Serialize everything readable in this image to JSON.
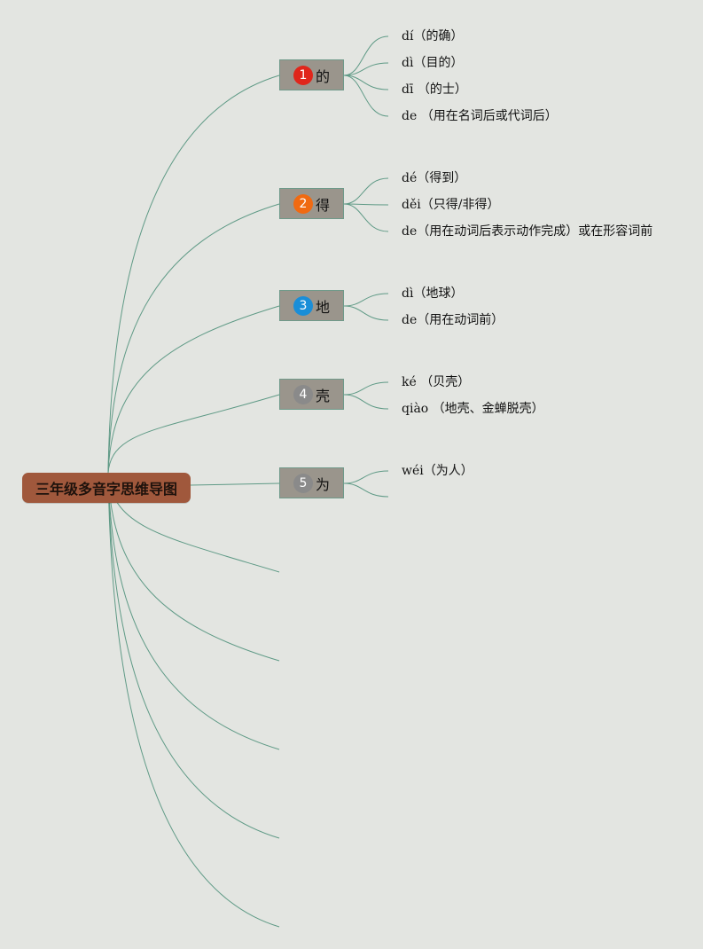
{
  "root": {
    "title": "三年级多音字思维导图"
  },
  "connector_color": "#5f9a86",
  "nodes": [
    {
      "number": "1",
      "char": "的",
      "badge_color": "#e0261b",
      "readings": [
        "dí（的确）",
        "dì（目的）",
        "dī （的士）",
        "de （用在名词后或代词后）"
      ]
    },
    {
      "number": "2",
      "char": "得",
      "badge_color": "#f06a12",
      "readings": [
        "dé（得到）",
        "děi（只得/非得）",
        "de（用在动词后表示动作完成）或在形容词前"
      ]
    },
    {
      "number": "3",
      "char": "地",
      "badge_color": "#1a8ed8",
      "readings": [
        "dì（地球）",
        "de（用在动词前）"
      ]
    },
    {
      "number": "4",
      "char": "壳",
      "badge_color": "#8a8a8a",
      "readings": [
        "ké （贝壳）",
        "qiào （地壳、金蝉脱壳）"
      ]
    },
    {
      "number": "5",
      "char": "为",
      "badge_color": "#8a8a8a",
      "readings": [
        "wéi（为人）",
        ""
      ]
    }
  ]
}
